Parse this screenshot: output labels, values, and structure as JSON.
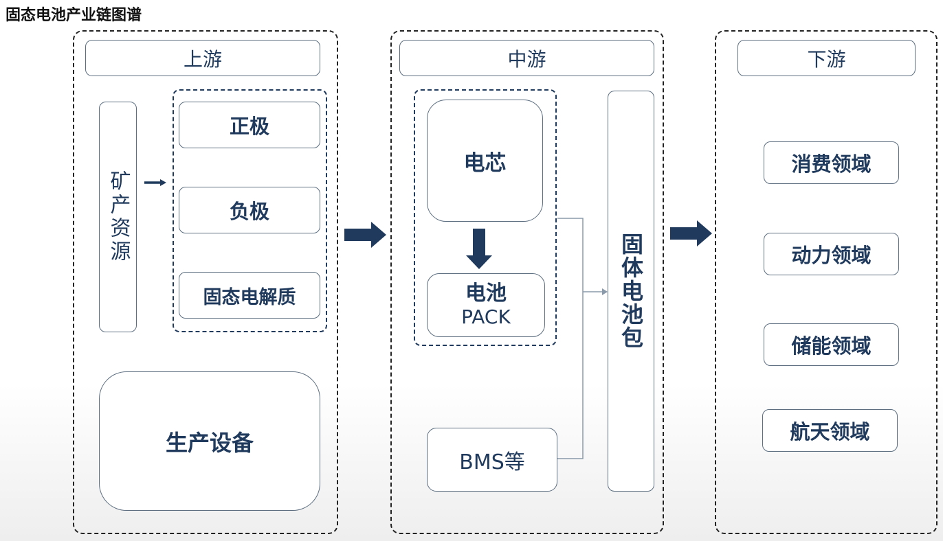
{
  "title": "固态电池产业链图谱",
  "upstream": {
    "header": "上游",
    "mineral": "矿产资源",
    "materials": [
      "正极",
      "负极",
      "固态电解质"
    ],
    "equipment": "生产设备"
  },
  "midstream": {
    "header": "中游",
    "cell": "电芯",
    "pack_line1": "电池",
    "pack_line2": "PACK",
    "bms": "BMS等",
    "solid_pack": "固体电池包"
  },
  "downstream": {
    "header": "下游",
    "fields": [
      "消费领域",
      "动力领域",
      "储能领域",
      "航天领域"
    ]
  },
  "colors": {
    "primary": "#1f3a5c",
    "border": "#5c6e80",
    "dashed": "#222222"
  }
}
